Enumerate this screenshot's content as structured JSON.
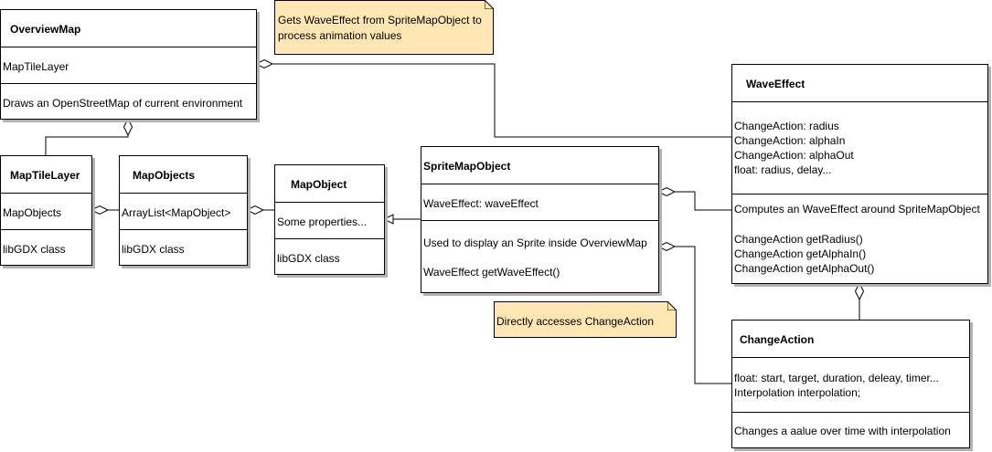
{
  "classes": {
    "overview_map": {
      "name": "OverviewMap",
      "attributes": "MapTileLayer",
      "methods": "Draws an OpenStreetMap of current environment"
    },
    "map_tile_layer": {
      "name": "MapTileLayer",
      "attributes": "MapObjects",
      "methods": "libGDX class"
    },
    "map_objects": {
      "name": "MapObjects",
      "attributes": "ArrayList<MapObject>",
      "methods": "libGDX class"
    },
    "map_object": {
      "name": "MapObject",
      "attributes": "Some properties...",
      "methods": "libGDX class"
    },
    "sprite_map_object": {
      "name": "SpriteMapObject",
      "attributes": "WaveEffect: waveEffect",
      "methods": [
        "Used to display an Sprite inside OverviewMap",
        "WaveEffect getWaveEffect()"
      ]
    },
    "wave_effect": {
      "name": "WaveEffect",
      "attributes": [
        "ChangeAction: radius",
        "ChangeAction: alphaIn",
        "ChangeAction: alphaOut",
        "float: radius, delay..."
      ],
      "methods": [
        "Computes an WaveEffect around SpriteMapObject",
        "ChangeAction getRadius()",
        "ChangeAction getAlphaIn()",
        "ChangeAction getAlphaOut()"
      ]
    },
    "change_action": {
      "name": "ChangeAction",
      "attributes": [
        "float: start, target, duration, deleay, timer...",
        "Interpolation interpolation;"
      ],
      "methods": "Changes a aalue over time with interpolation"
    }
  },
  "notes": {
    "wave_note": [
      "Gets WaveEffect from SpriteMapObject to",
      "process animation values"
    ],
    "change_note": "Directly accesses ChangeAction"
  },
  "colors": {
    "note_fill": "#ffe6b3",
    "border": "#000000",
    "shadow": "#b3b3b3"
  }
}
